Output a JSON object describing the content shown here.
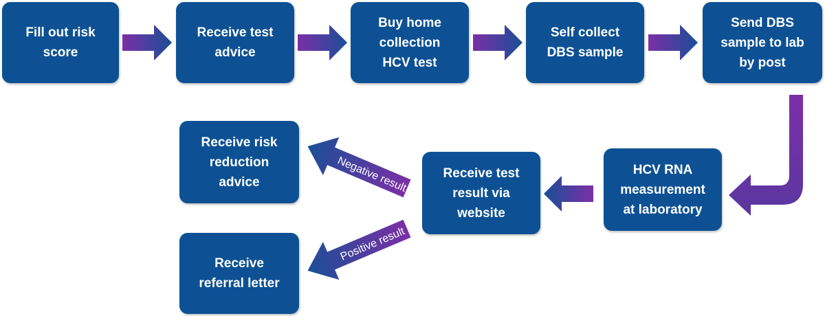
{
  "steps": {
    "risk_score": "Fill out risk\nscore",
    "test_advice": "Receive test\nadvice",
    "buy_test": "Buy home\ncollection\nHCV test",
    "self_collect": "Self collect\nDBS sample",
    "send_sample": "Send DBS\nsample to lab\nby post",
    "rna_measurement": "HCV RNA\nmeasurement\nat laboratory",
    "test_result": "Receive test\nresult via\nwebsite",
    "risk_reduction": "Receive risk\nreduction\nadvice",
    "referral": "Receive\nreferral letter"
  },
  "branches": {
    "negative": "Negative result",
    "positive": "Positive result"
  },
  "colors": {
    "box": "#0d5194",
    "arrow_blue": "#1a4f96",
    "arrow_purple": "#7b2fa6"
  }
}
